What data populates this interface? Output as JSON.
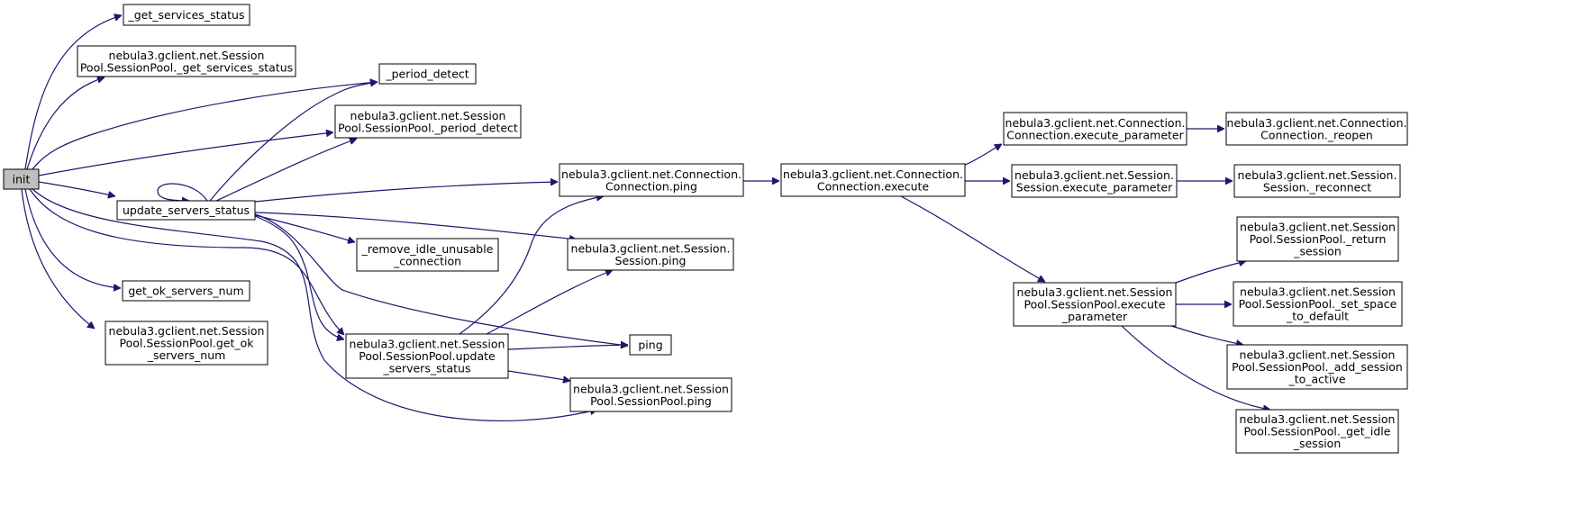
{
  "colors": {
    "edge": "#191970",
    "root_fill": "#bfbfbf",
    "node_fill": "#ffffff",
    "node_stroke": "#000000"
  },
  "nodes": {
    "init": [
      "init"
    ],
    "get_services_status": [
      "_get_services_status"
    ],
    "sp_get_services_status": [
      "nebula3.gclient.net.Session",
      "Pool.SessionPool._get_services_status"
    ],
    "period_detect": [
      "_period_detect"
    ],
    "sp_period_detect": [
      "nebula3.gclient.net.Session",
      "Pool.SessionPool._period_detect"
    ],
    "update_servers_status": [
      "update_servers_status"
    ],
    "remove_idle": [
      "_remove_idle_unusable",
      "_connection"
    ],
    "get_ok_servers_num": [
      "get_ok_servers_num"
    ],
    "sp_get_ok_servers_num": [
      "nebula3.gclient.net.Session",
      "Pool.SessionPool.get_ok",
      "_servers_num"
    ],
    "sp_update_servers_status": [
      "nebula3.gclient.net.Session",
      "Pool.SessionPool.update",
      "_servers_status"
    ],
    "conn_ping": [
      "nebula3.gclient.net.Connection.",
      "Connection.ping"
    ],
    "session_ping": [
      "nebula3.gclient.net.Session.",
      "Session.ping"
    ],
    "ping": [
      "ping"
    ],
    "sp_ping": [
      "nebula3.gclient.net.Session",
      "Pool.SessionPool.ping"
    ],
    "conn_execute": [
      "nebula3.gclient.net.Connection.",
      "Connection.execute"
    ],
    "conn_execute_parameter": [
      "nebula3.gclient.net.Connection.",
      "Connection.execute_parameter"
    ],
    "session_execute_parameter": [
      "nebula3.gclient.net.Session.",
      "Session.execute_parameter"
    ],
    "sp_execute_parameter": [
      "nebula3.gclient.net.Session",
      "Pool.SessionPool.execute",
      "_parameter"
    ],
    "conn_reopen": [
      "nebula3.gclient.net.Connection.",
      "Connection._reopen"
    ],
    "session_reconnect": [
      "nebula3.gclient.net.Session.",
      "Session._reconnect"
    ],
    "sp_return_session": [
      "nebula3.gclient.net.Session",
      "Pool.SessionPool._return",
      "_session"
    ],
    "sp_set_space": [
      "nebula3.gclient.net.Session",
      "Pool.SessionPool._set_space",
      "_to_default"
    ],
    "sp_add_session": [
      "nebula3.gclient.net.Session",
      "Pool.SessionPool._add_session",
      "_to_active"
    ],
    "sp_get_idle": [
      "nebula3.gclient.net.Session",
      "Pool.SessionPool._get_idle",
      "_session"
    ]
  },
  "edges": [
    [
      "init",
      "get_services_status"
    ],
    [
      "init",
      "sp_get_services_status"
    ],
    [
      "init",
      "period_detect"
    ],
    [
      "init",
      "sp_period_detect"
    ],
    [
      "init",
      "update_servers_status"
    ],
    [
      "init",
      "get_ok_servers_num"
    ],
    [
      "init",
      "sp_get_ok_servers_num"
    ],
    [
      "init",
      "sp_update_servers_status"
    ],
    [
      "init",
      "sp_ping"
    ],
    [
      "update_servers_status",
      "update_servers_status"
    ],
    [
      "update_servers_status",
      "period_detect"
    ],
    [
      "update_servers_status",
      "sp_period_detect"
    ],
    [
      "update_servers_status",
      "conn_ping"
    ],
    [
      "update_servers_status",
      "remove_idle"
    ],
    [
      "update_servers_status",
      "session_ping"
    ],
    [
      "update_servers_status",
      "ping"
    ],
    [
      "update_servers_status",
      "sp_update_servers_status"
    ],
    [
      "sp_update_servers_status",
      "conn_ping"
    ],
    [
      "sp_update_servers_status",
      "session_ping"
    ],
    [
      "sp_update_servers_status",
      "ping"
    ],
    [
      "sp_update_servers_status",
      "sp_ping"
    ],
    [
      "conn_ping",
      "conn_execute"
    ],
    [
      "conn_execute",
      "conn_execute_parameter"
    ],
    [
      "conn_execute",
      "session_execute_parameter"
    ],
    [
      "conn_execute",
      "sp_execute_parameter"
    ],
    [
      "conn_execute_parameter",
      "conn_reopen"
    ],
    [
      "session_execute_parameter",
      "session_reconnect"
    ],
    [
      "sp_execute_parameter",
      "sp_return_session"
    ],
    [
      "sp_execute_parameter",
      "sp_set_space"
    ],
    [
      "sp_execute_parameter",
      "sp_add_session"
    ],
    [
      "sp_execute_parameter",
      "sp_get_idle"
    ]
  ]
}
